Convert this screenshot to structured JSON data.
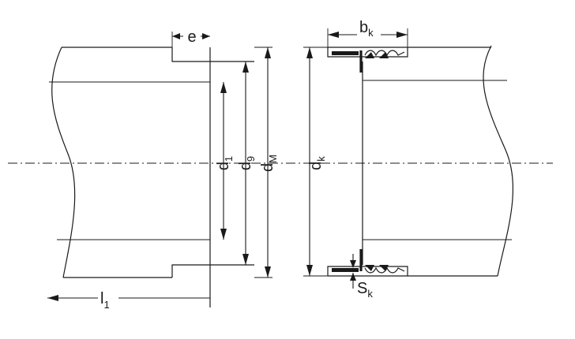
{
  "labels": {
    "e": "e",
    "d1_main": "d",
    "d1_sub": "1",
    "d9_main": "d",
    "d9_sub": "9",
    "dM_main": "d",
    "dM_sub": "M",
    "dk_main": "d",
    "dk_sub": "k",
    "bk_main": "b",
    "bk_sub": "k",
    "Sk_main": "S",
    "Sk_sub": "k",
    "l1_main": "l",
    "l1_sub": "1"
  }
}
